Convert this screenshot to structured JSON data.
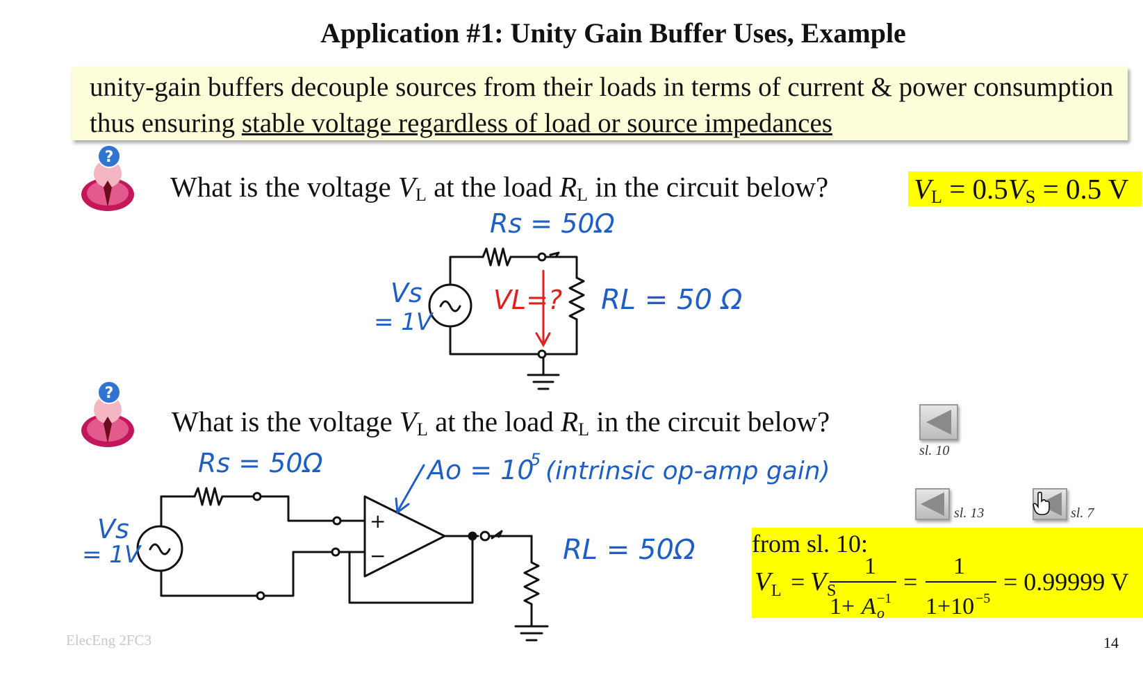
{
  "slide": {
    "title": "Application #1: Unity Gain Buffer Uses, Example",
    "summary_plain": "unity-gain buffers decouple sources from their loads in terms of current & power consumption thus ensuring ",
    "summary_underlined": "stable voltage regardless of load or source impedances",
    "footer": "ElecEng 2FC3",
    "page_number": "14"
  },
  "question1": {
    "prefix": "What is the voltage ",
    "v_sym": "V",
    "v_sub": "L",
    "mid": " at the load ",
    "r_sym": "R",
    "r_sub": "L",
    "suffix": " in the circuit below?",
    "answer": {
      "v": "V",
      "v_sub": "L",
      "eq1": " = 0.5",
      "vs": "V",
      "vs_sub": "S",
      "eq2": " = 0.5 V"
    }
  },
  "question2": {
    "prefix": "What is the voltage ",
    "v_sym": "V",
    "v_sub": "L",
    "mid": " at the load ",
    "r_sym": "R",
    "r_sub": "L",
    "suffix": " in the circuit below?",
    "answer": {
      "heading": "from sl. 10:",
      "lhs_v": "V",
      "lhs_sub": "L",
      "eq": "=",
      "rhs_v": "V",
      "rhs_sub": "S",
      "num1": "1",
      "den1_a": "1+",
      "den1_A": "A",
      "den1_sub": "o",
      "den1_sup": "−1",
      "num2": "1",
      "den2": "1+10",
      "den2_sup": "−5",
      "result": "= 0.99999 V"
    }
  },
  "circuit1": {
    "rs_label": "Rs = 50Ω",
    "rl_label": "RL = 50 Ω",
    "vs_label": "Vs",
    "vs_value": "= 1V",
    "vl_label": "VL=?"
  },
  "circuit2": {
    "rs_label": "Rs = 50Ω",
    "rl_label": "RL = 50Ω",
    "vs_label": "Vs",
    "vs_value": "= 1V",
    "gain_label": "Ao = 10",
    "gain_exp": "5",
    "gain_note": "(intrinsic op-amp gain)",
    "plus": "+",
    "minus": "−"
  },
  "nav": {
    "sl10": "sl. 10",
    "sl13": "sl. 13",
    "sl7": "sl. 7"
  },
  "colors": {
    "highlight": "#ffff00",
    "summary_bg": "#fdfdda",
    "ink_blue": "#1f5fc4",
    "ink_red": "#e0201d"
  },
  "icons": {
    "question_person": "question-person-icon",
    "nav_back": "back-arrow-icon"
  }
}
